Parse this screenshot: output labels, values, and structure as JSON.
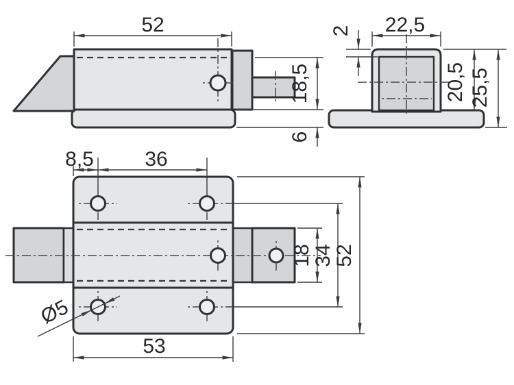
{
  "drawing": {
    "kind": "technical-drawing",
    "views": {
      "side": {
        "length": "52",
        "height": "18,5",
        "base_thickness": "6"
      },
      "end": {
        "wall_thickness": "2",
        "width": "22,5",
        "height": "20,5",
        "total_height": "25,5"
      },
      "plan": {
        "hole_edge_offset": "8,5",
        "hole_pitch": "36",
        "bolt_width": "18",
        "hole_row_pitch": "34",
        "plate_width": "52",
        "plate_length": "53",
        "hole_diameter": "Ø5"
      }
    },
    "colors": {
      "background": "#ffffff",
      "fill_light": "#e5e6e8",
      "fill_dark": "#d3d5d7",
      "line": "#2f3133"
    }
  }
}
